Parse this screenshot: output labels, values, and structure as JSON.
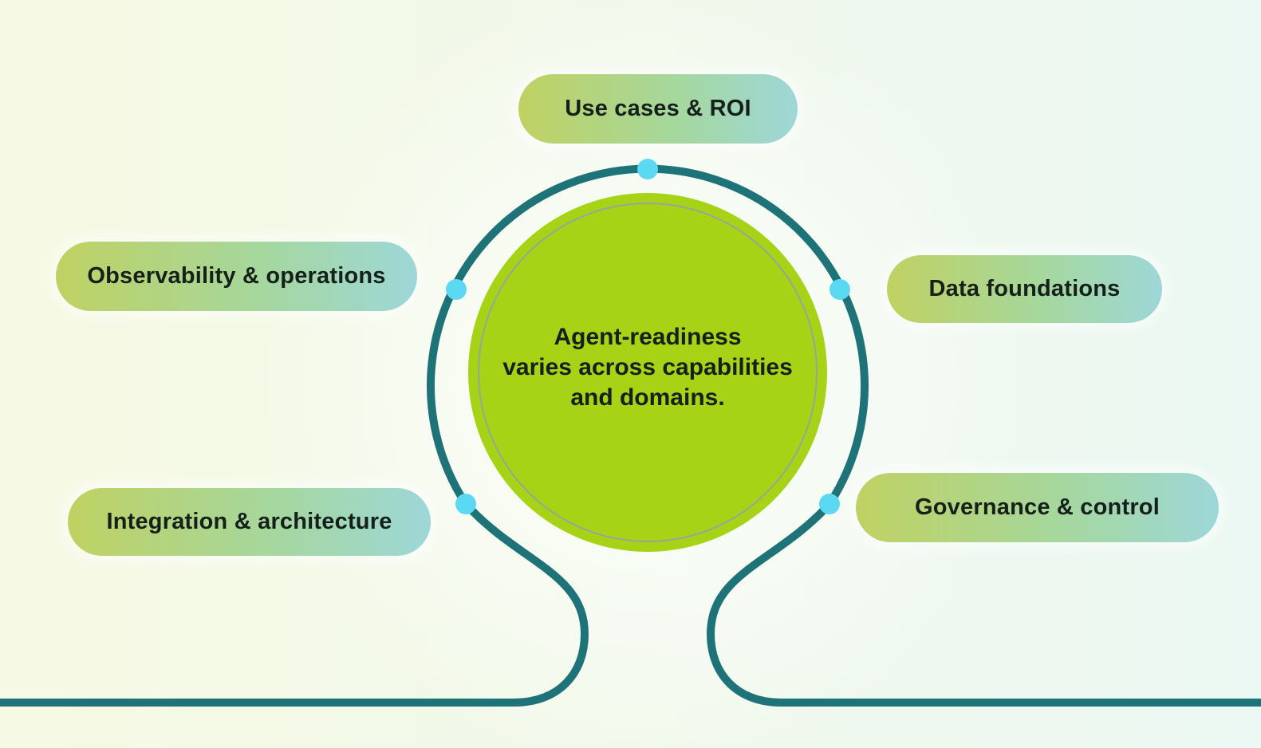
{
  "center_node": {
    "lines": [
      "Agent-readiness",
      "varies across capabilities",
      "and domains."
    ]
  },
  "nodes": [
    {
      "id": "use-cases-roi",
      "label": "Use cases & ROI",
      "position": "top"
    },
    {
      "id": "observability-operations",
      "label": "Observability & operations",
      "position": "upper-left"
    },
    {
      "id": "data-foundations",
      "label": "Data foundations",
      "position": "upper-right"
    },
    {
      "id": "integration-architecture",
      "label": "Integration & architecture",
      "position": "lower-left"
    },
    {
      "id": "governance-control",
      "label": "Governance & control",
      "position": "lower-right"
    }
  ],
  "colors": {
    "bg_left": "#f6f9e3",
    "bg_right": "#ecf8f3",
    "teal": "#1e7378",
    "cyan": "#5cd9f2",
    "green": "#a6d315",
    "inner_ring": "#99a49d",
    "pill_from": "#c0d162",
    "pill_mid": "#a6d79c",
    "pill_to": "#9dd7d8",
    "ink": "#15201a"
  }
}
